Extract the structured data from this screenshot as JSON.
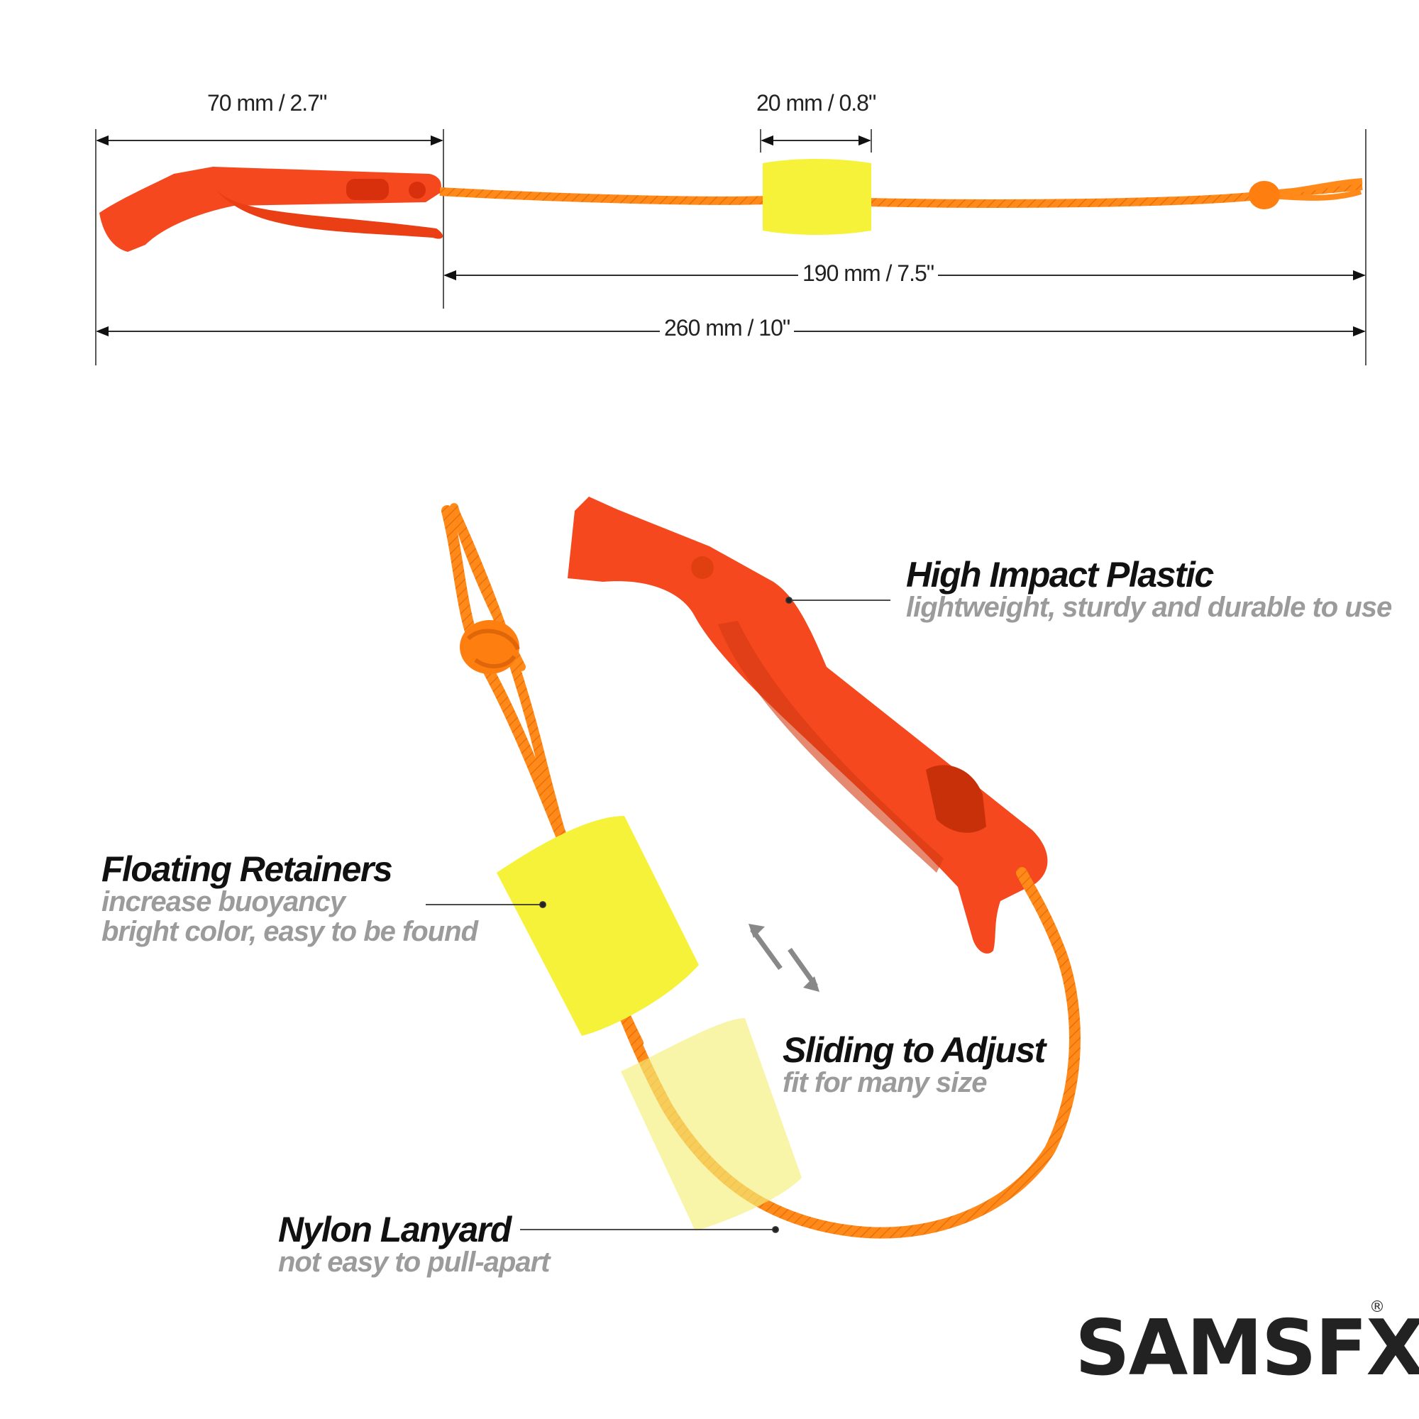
{
  "dimensions": {
    "whistle_length": "70 mm / 2.7\"",
    "float_length": "20 mm / 0.8\"",
    "lanyard_length": "190 mm / 7.5\"",
    "total_length": "260 mm / 10\""
  },
  "features": [
    {
      "title": "High Impact Plastic",
      "subtitle": "lightweight, sturdy and durable to use"
    },
    {
      "title": "Floating Retainers",
      "subtitle_1": "increase buoyancy",
      "subtitle_2": "bright color, easy to be found"
    },
    {
      "title": "Sliding to Adjust",
      "subtitle": "fit for many size"
    },
    {
      "title": "Nylon Lanyard",
      "subtitle": "not easy to pull-apart"
    }
  ],
  "brand": {
    "name": "SAMSFX",
    "registered": "®"
  },
  "colors": {
    "whistle": "#f5481e",
    "cord": "#ff8a1a",
    "float": "#f6f23a",
    "title": "#111111",
    "subtitle": "#9b9b9b",
    "logo_accent": "#d81e24"
  },
  "icons": [
    "double-arrow-icon",
    "registered-icon"
  ]
}
